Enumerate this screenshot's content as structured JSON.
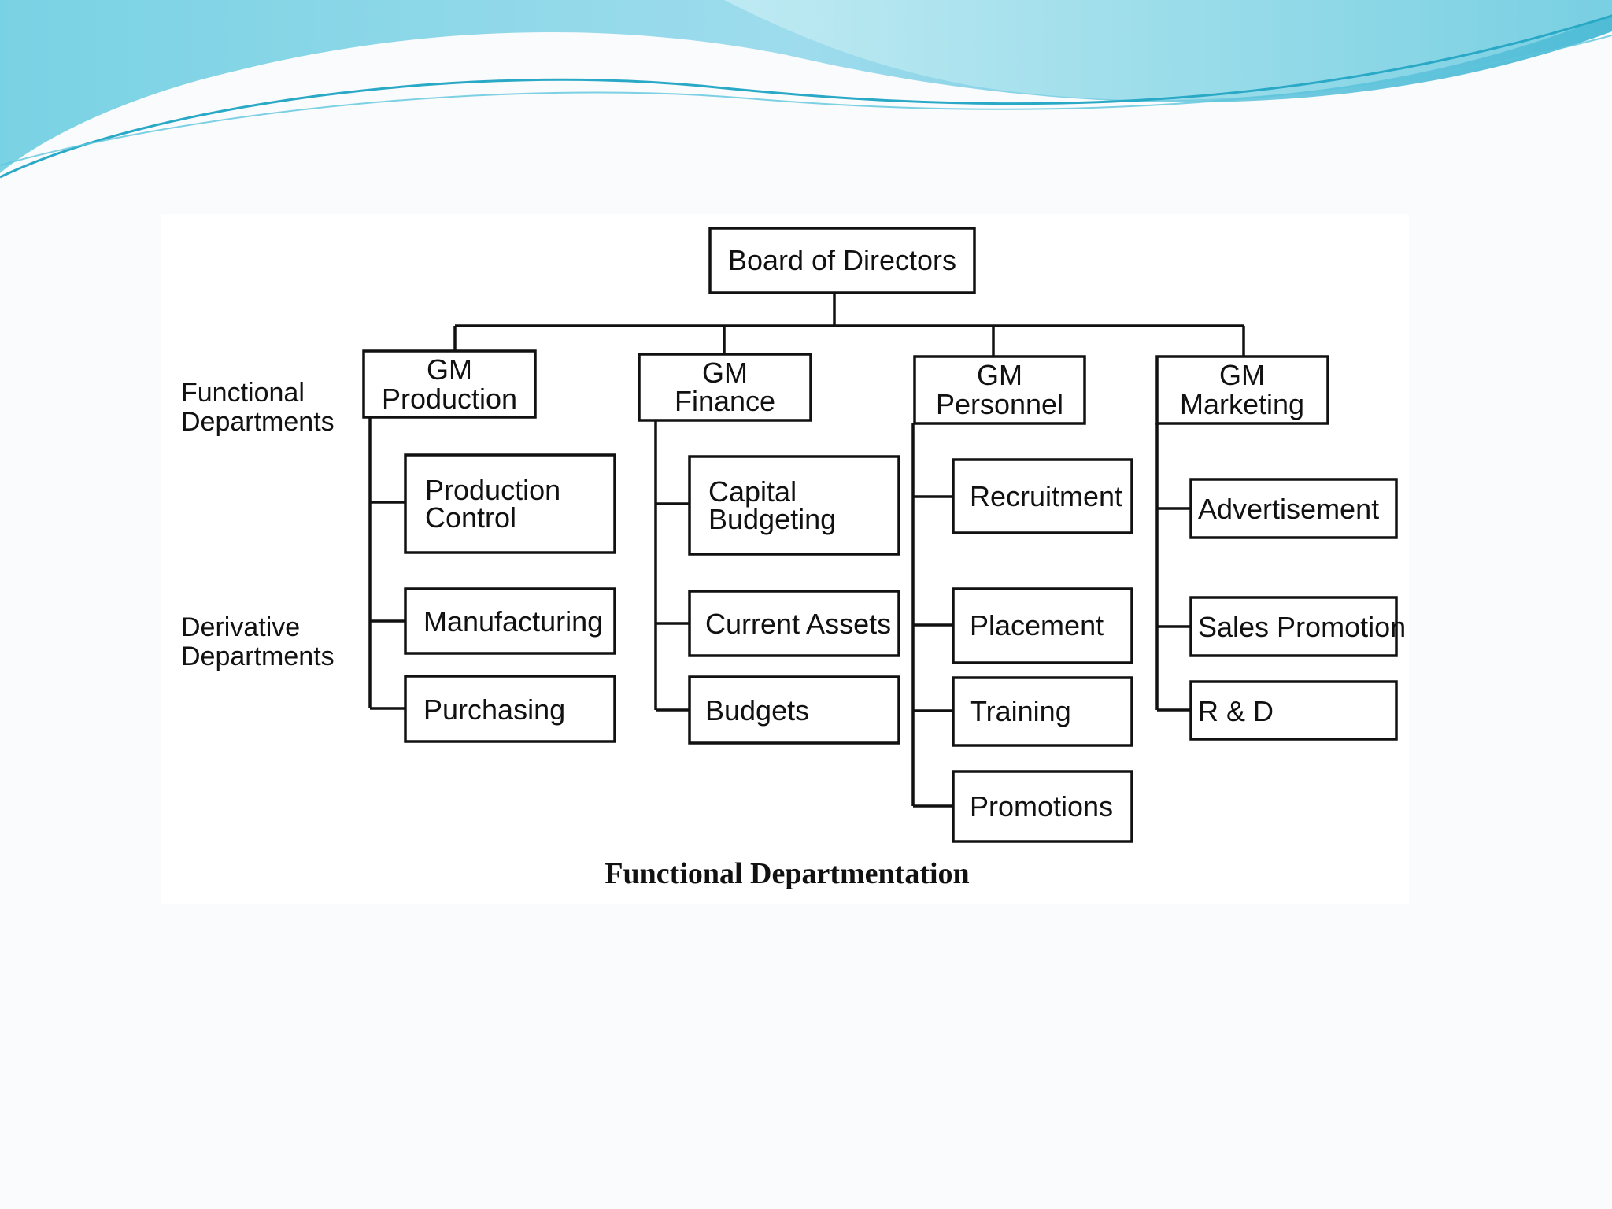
{
  "diagram": {
    "root": "Board of Directors",
    "side_labels": {
      "functional": [
        "Functional",
        "Departments"
      ],
      "derivative": [
        "Derivative",
        "Departments"
      ]
    },
    "gm": [
      {
        "lines": [
          "GM",
          "Production"
        ]
      },
      {
        "lines": [
          "GM",
          "Finance"
        ]
      },
      {
        "lines": [
          "GM",
          "Personnel"
        ]
      },
      {
        "lines": [
          "GM",
          "Marketing"
        ]
      }
    ],
    "departments": {
      "production": [
        [
          "Production",
          "Control"
        ],
        [
          "Manufacturing"
        ],
        [
          "Purchasing"
        ]
      ],
      "finance": [
        [
          "Capital",
          "Budgeting"
        ],
        [
          "Current Assets"
        ],
        [
          "Budgets"
        ]
      ],
      "personnel": [
        [
          "Recruitment"
        ],
        [
          "Placement"
        ],
        [
          "Training"
        ],
        [
          "Promotions"
        ]
      ],
      "marketing": [
        [
          "Advertisement"
        ],
        [
          "Sales Promotion"
        ],
        [
          "R & D"
        ]
      ]
    },
    "caption": "Functional Departmentation"
  },
  "colors": {
    "wave_light": "#a9e3ee",
    "wave_mid": "#6fcfe0",
    "wave_dark": "#3fb6cf",
    "line": "#111111",
    "slide_bg": "#fafbfd"
  }
}
